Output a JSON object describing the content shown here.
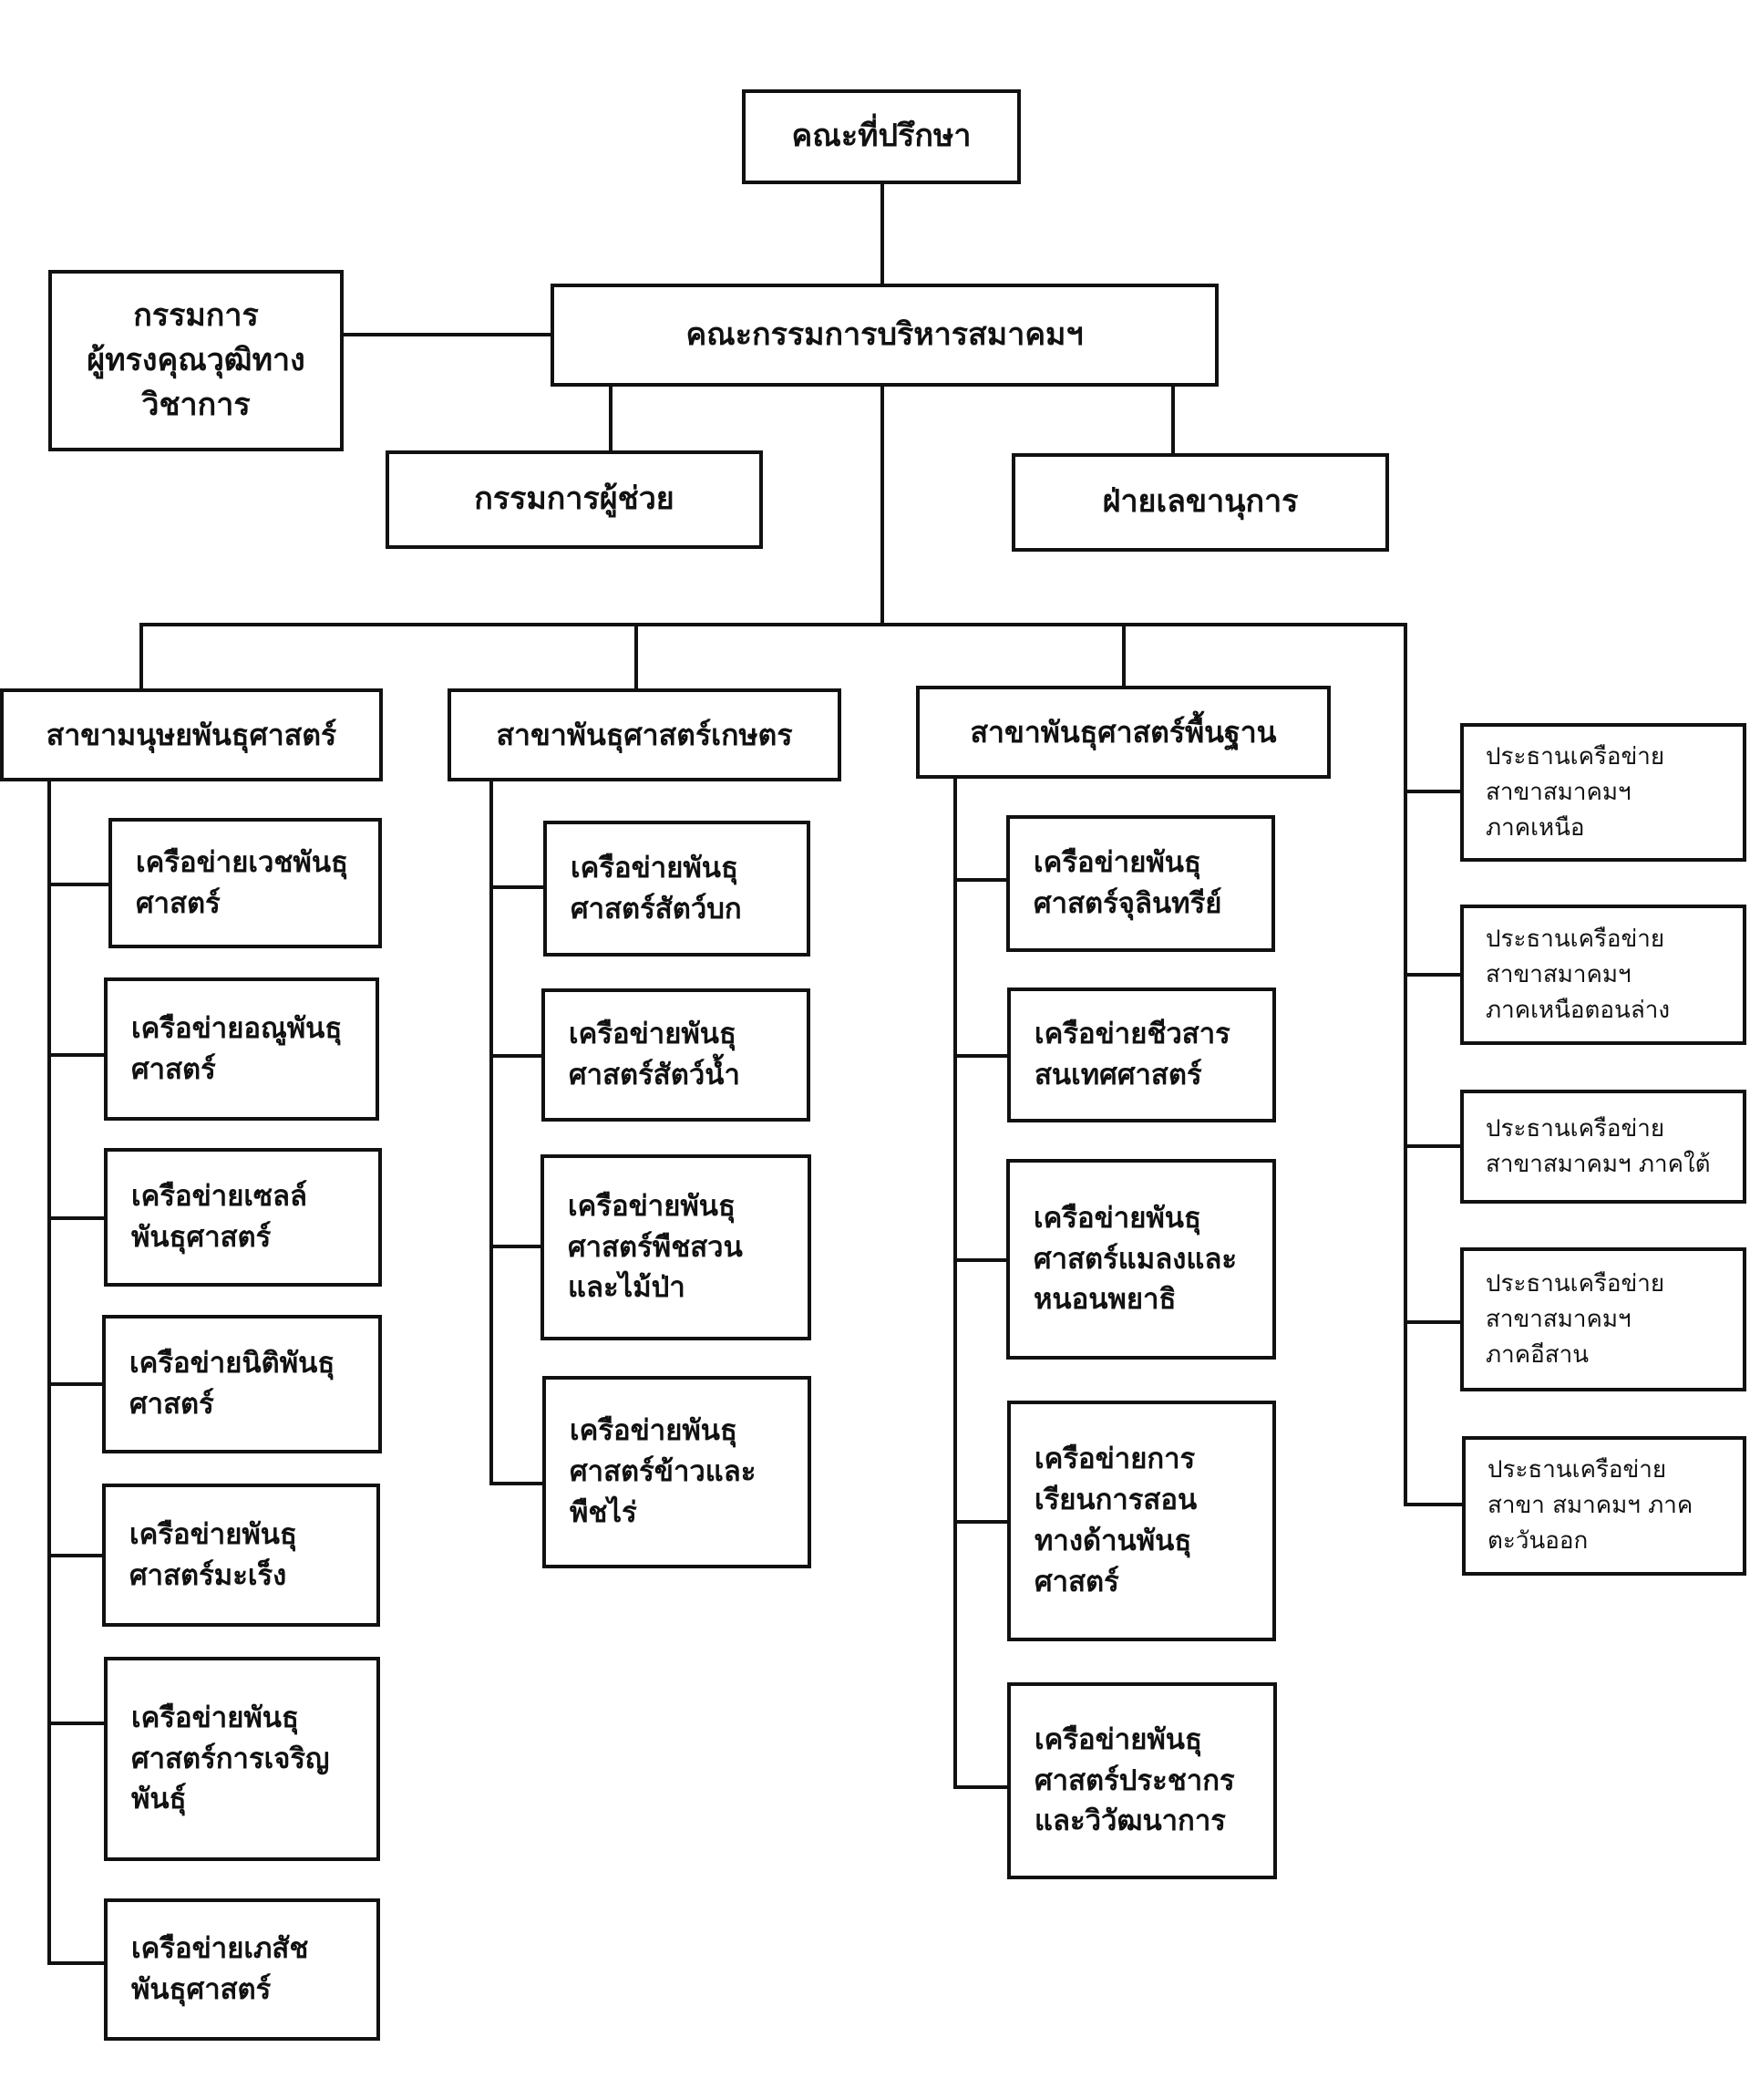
{
  "top": {
    "advisors": "คณะที่ปรึกษา",
    "executive_committee": "คณะกรรมการบริหารสมาคมฯ",
    "honorary_academic": "กรรมการ\nผู้ทรงคุณวุฒิทาง\nวิชาการ",
    "assistant_committee": "กรรมการผู้ช่วย",
    "secretariat": "ฝ่ายเลขานุการ"
  },
  "divisions": [
    {
      "label": "สาขามนุษยพันธุศาสตร์",
      "networks": [
        "เครือข่ายเวชพันธุ\nศาสตร์",
        "เครือข่ายอณูพันธุ\nศาสตร์",
        "เครือข่ายเซลล์\nพันธุศาสตร์",
        "เครือข่ายนิติพันธุ\nศาสตร์",
        "เครือข่ายพันธุ\nศาสตร์มะเร็ง",
        "เครือข่ายพันธุ\nศาสตร์การเจริญ\nพันธุ์",
        "เครือข่ายเภสัช\nพันธุศาสตร์"
      ]
    },
    {
      "label": "สาขาพันธุศาสตร์เกษตร",
      "networks": [
        "เครือข่ายพันธุ\nศาสตร์สัตว์บก",
        "เครือข่ายพันธุ\nศาสตร์สัตว์น้ำ",
        "เครือข่ายพันธุ\nศาสตร์พืชสวน\nและไม้ป่า",
        "เครือข่ายพันธุ\nศาสตร์ข้าวและ\nพืชไร่"
      ]
    },
    {
      "label": "สาขาพันธุศาสตร์พื้นฐาน",
      "networks": [
        "เครือข่ายพันธุ\nศาสตร์จุลินทรีย์",
        "เครือข่ายชีวสาร\nสนเทศศาสตร์",
        "เครือข่ายพันธุ\nศาสตร์แมลงและ\nหนอนพยาธิ",
        "เครือข่ายการ\nเรียนการสอน\nทางด้านพันธุ\nศาสตร์",
        "เครือข่ายพันธุ\nศาสตร์ประชากร\nและวิวัฒนาการ"
      ]
    }
  ],
  "regional_chairs": [
    "ประธานเครือข่าย\nสาขาสมาคมฯ\nภาคเหนือ",
    "ประธานเครือข่าย\nสาขาสมาคมฯ\nภาคเหนือตอนล่าง",
    "ประธานเครือข่าย\nสาขาสมาคมฯ ภาคใต้",
    "ประธานเครือข่าย\nสาขาสมาคมฯ\nภาคอีสาน",
    "ประธานเครือข่าย\nสาขา สมาคมฯ ภาค\nตะวันออก"
  ]
}
